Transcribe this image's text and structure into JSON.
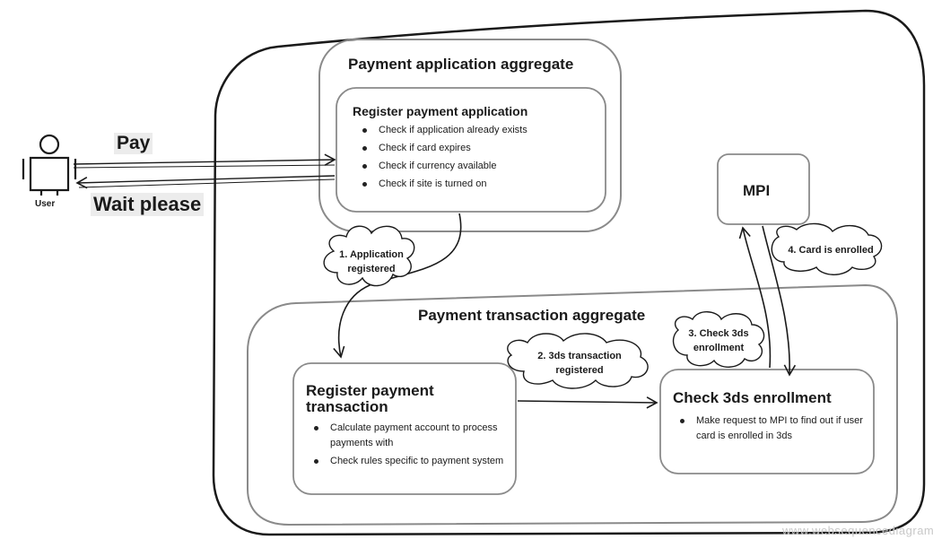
{
  "user": {
    "label": "User"
  },
  "messages": {
    "pay": "Pay",
    "wait": "Wait please"
  },
  "payment_application_aggregate": {
    "title": "Payment application aggregate",
    "register_box": {
      "title": "Register payment application",
      "items": [
        "Check if application already exists",
        "Check if card expires",
        "Check if currency available",
        "Check if site is turned on"
      ]
    }
  },
  "payment_transaction_aggregate": {
    "title": "Payment transaction aggregate",
    "register_box": {
      "title": "Register payment transaction",
      "items": [
        "Calculate payment account to process payments with",
        "Check rules specific to payment system"
      ]
    },
    "check_box": {
      "title": "Check 3ds enrollment",
      "items": [
        "Make request to MPI to find out if user card is enrolled in 3ds"
      ]
    }
  },
  "mpi": {
    "label": "MPI"
  },
  "events": {
    "e1": "1. Application registered",
    "e2": "2. 3ds transaction registered",
    "e3": "3. Check 3ds enrollment",
    "e4": "4. Card is enrolled"
  },
  "watermark": "www.websequencediagrams.io",
  "colors": {
    "stroke": "#1a1a1a",
    "box_stroke": "#8a8a8a",
    "highlight": "#ececec"
  }
}
